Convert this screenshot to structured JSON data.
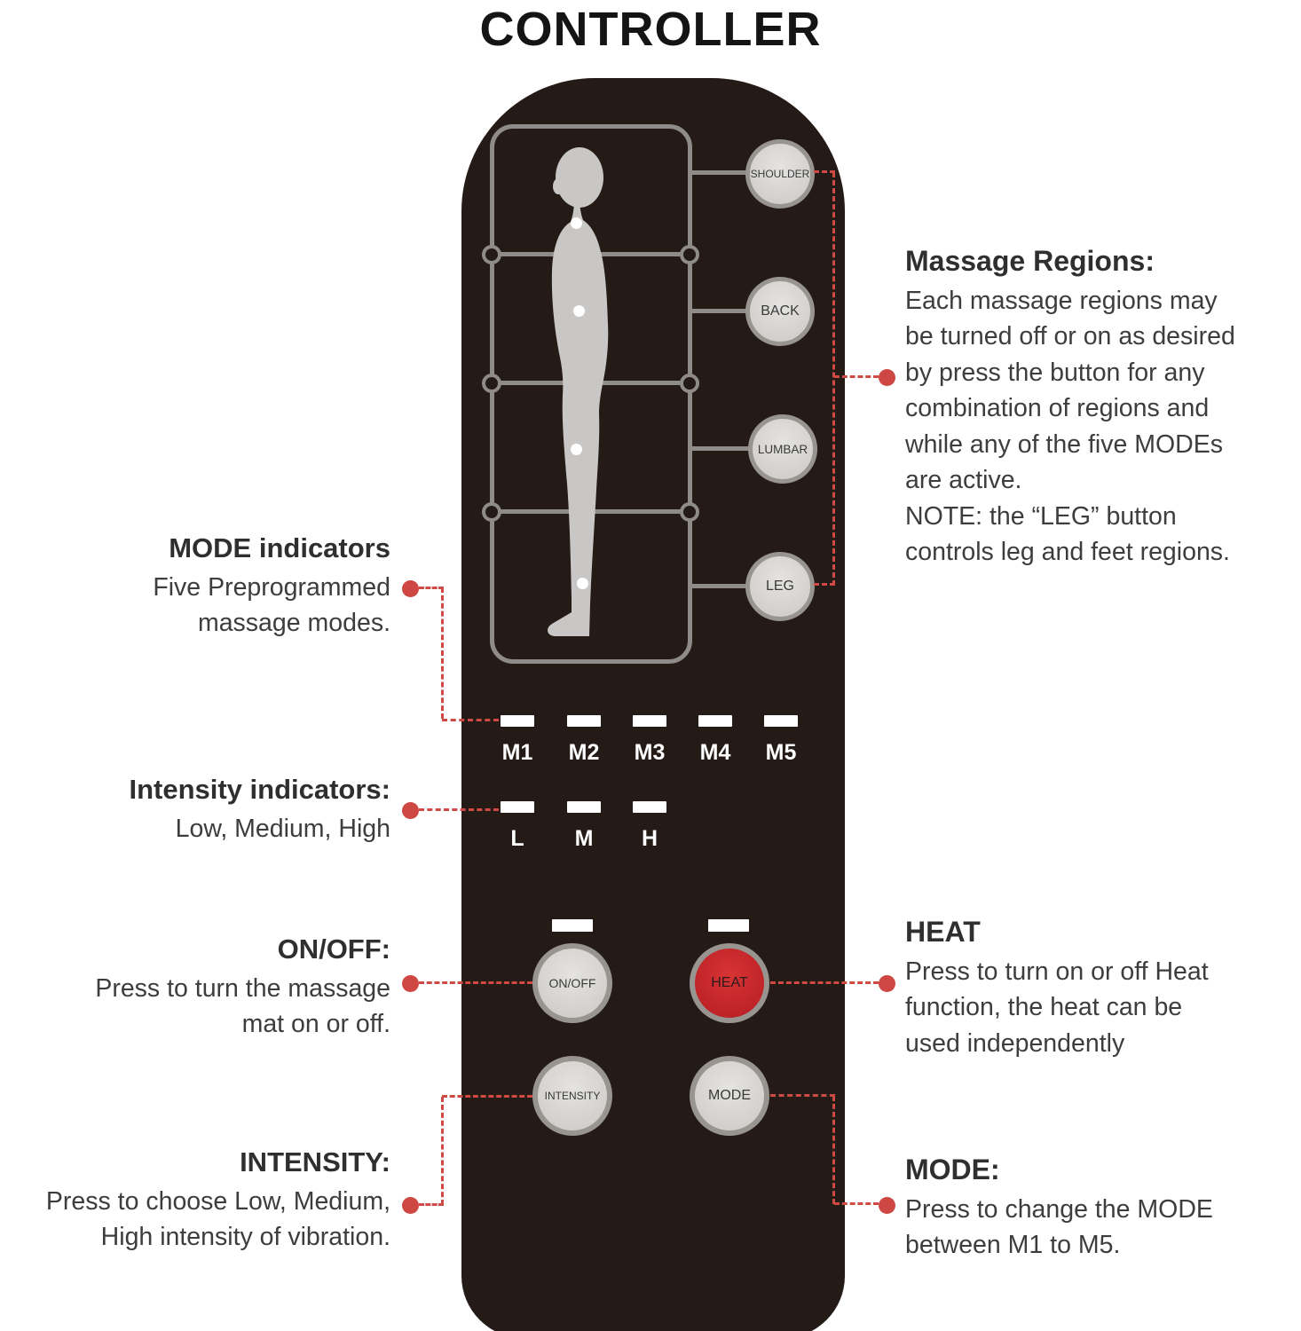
{
  "title": "CONTROLLER",
  "remote": {
    "region_buttons": [
      "SHOULDER",
      "BACK",
      "LUMBAR",
      "LEG"
    ],
    "mode_labels": [
      "M1",
      "M2",
      "M3",
      "M4",
      "M5"
    ],
    "intensity_labels": [
      "L",
      "M",
      "H"
    ],
    "power_button": "ON/OFF",
    "heat_button": "HEAT",
    "intensity_button": "INTENSITY",
    "mode_button": "MODE"
  },
  "annotations": {
    "mode_indicators": {
      "title": "MODE indicators",
      "body": "Five Preprogrammed\nmassage modes."
    },
    "intensity_indicators": {
      "title": "Intensity indicators:",
      "body": "Low, Medium, High"
    },
    "on_off": {
      "title": "ON/OFF:",
      "body": "Press to turn the massage\nmat on or off."
    },
    "intensity": {
      "title": "INTENSITY:",
      "body": "Press to choose Low, Medium,\nHigh intensity of vibration."
    },
    "massage_regions": {
      "title": "Massage Regions:",
      "body": "Each massage regions may\nbe turned off or on as desired\nby press the button for any\ncombination of regions and\nwhile any of the five MODEs\nare active.\nNOTE: the “LEG” button\ncontrols leg and feet regions."
    },
    "heat": {
      "title": "HEAT",
      "body": "Press to turn on or off Heat\nfunction, the heat can be\nused independently"
    },
    "mode": {
      "title": "MODE:",
      "body": "Press to change the MODE\nbetween M1 to M5."
    }
  },
  "colors": {
    "remote_body": "#241b17",
    "heat_red": "#cb2027",
    "accent_red": "#cf4742",
    "button_face": "#d7d6d4",
    "button_ring": "#98948f",
    "silhouette": "#c9c7c5",
    "panel_line": "#8f8b88",
    "indicator": "#ffffff"
  }
}
